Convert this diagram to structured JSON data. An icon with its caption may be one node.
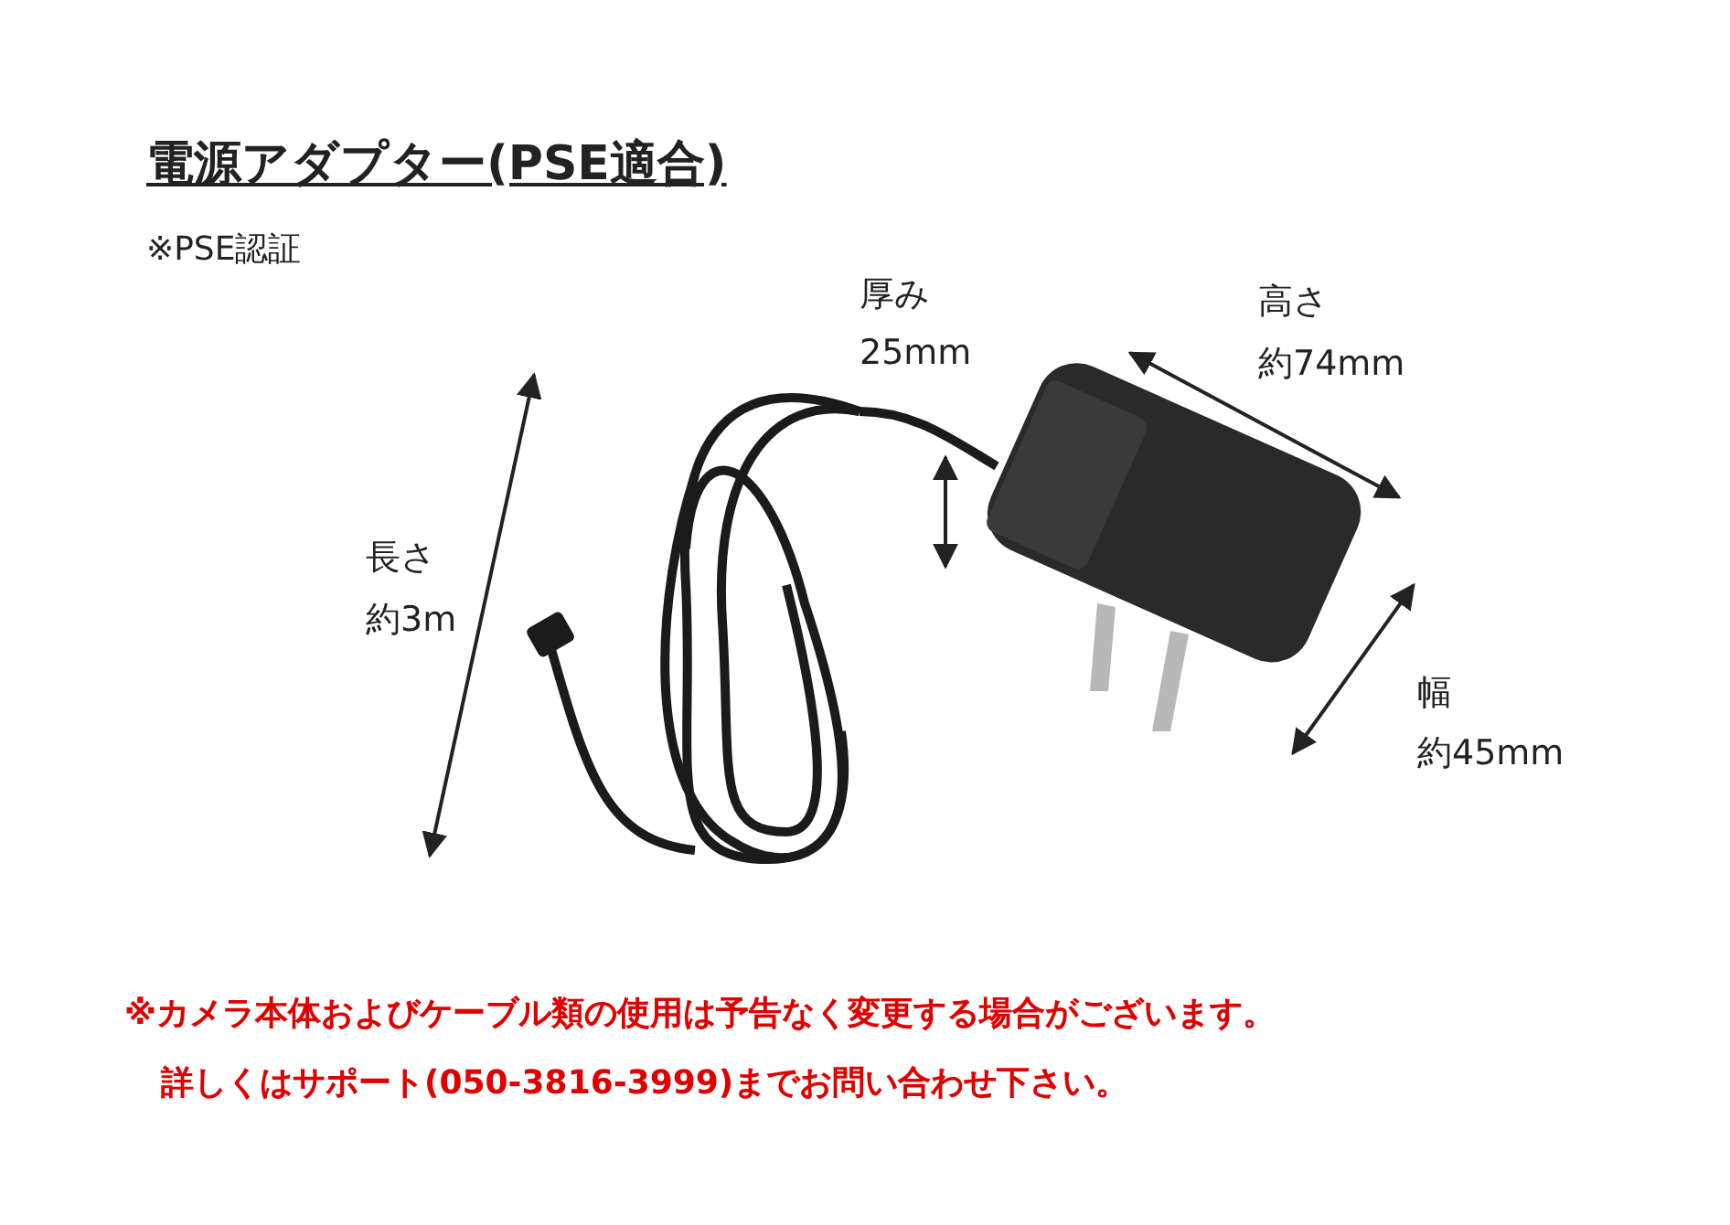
{
  "diagram": {
    "title": "電源アダプター(PSE適合)",
    "labels": [
      "※PSE認証",
      "厚み",
      "25mm",
      "高さ",
      "約74mm",
      "長さ",
      "約3m",
      "幅",
      "約45mm",
      "※カメラ本体およびケーブル類の使用は予告なく変更する場合がございます。",
      "詳しくはサポート(050-3816-3999)までお問い合わせ下さい。"
    ]
  }
}
